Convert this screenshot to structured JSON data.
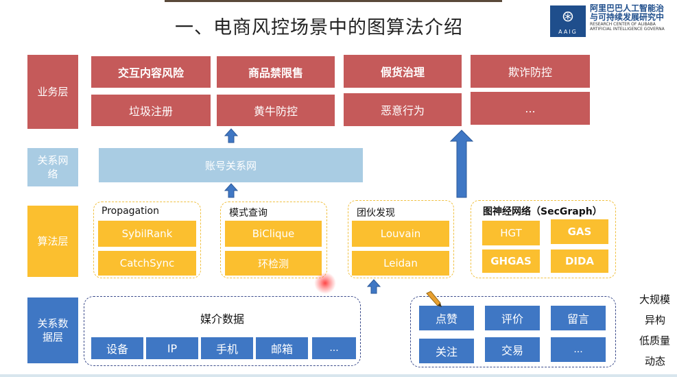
{
  "header": {
    "title": "一、电商风控场景中的图算法介绍",
    "logo_mark": "AAIG",
    "logo_line1": "阿里巴巴人工智能治",
    "logo_line2": "与可持续发展研究中",
    "logo_line3": "RESEARCH CENTER OF ALIBABA",
    "logo_line4": "ARTIFICIAL INTELLIGENCE GOVERNA"
  },
  "layers": {
    "business": "业务层",
    "relation_net": "关系网络",
    "algorithm": "算法层",
    "relation_data": "关系数据层"
  },
  "business": {
    "row1": [
      "交互内容风险",
      "商品禁限售",
      "假货治理",
      "欺诈防控"
    ],
    "row2": [
      "垃圾注册",
      "黄牛防控",
      "恶意行为",
      "..."
    ]
  },
  "relation_net": {
    "label": "账号关系网"
  },
  "algorithm": {
    "propagation": {
      "title": "Propagation",
      "items": [
        "SybilRank",
        "CatchSync"
      ]
    },
    "pattern": {
      "title": "模式查询",
      "items": [
        "BiClique",
        "环检测"
      ]
    },
    "community": {
      "title": "团伙发现",
      "items": [
        "Louvain",
        "Leidan"
      ]
    },
    "gnn": {
      "title": "图神经网络（SecGraph）",
      "items": [
        "HGT",
        "GAS",
        "GHGAS",
        "DIDA"
      ]
    }
  },
  "data_layer": {
    "media": {
      "title": "媒介数据",
      "items": [
        "设备",
        "IP",
        "手机",
        "邮箱",
        "..."
      ]
    },
    "behavior": {
      "items": [
        "点赞",
        "评价",
        "留言",
        "关注",
        "交易",
        "..."
      ]
    }
  },
  "notes": [
    "大规模",
    "异构",
    "低质量",
    "动态"
  ],
  "colors": {
    "business": "#c55a5a",
    "relation_net": "#a9cce3",
    "algorithm": "#fbbf2f",
    "data": "#3f77c4",
    "arrow": "#3f77c4"
  }
}
